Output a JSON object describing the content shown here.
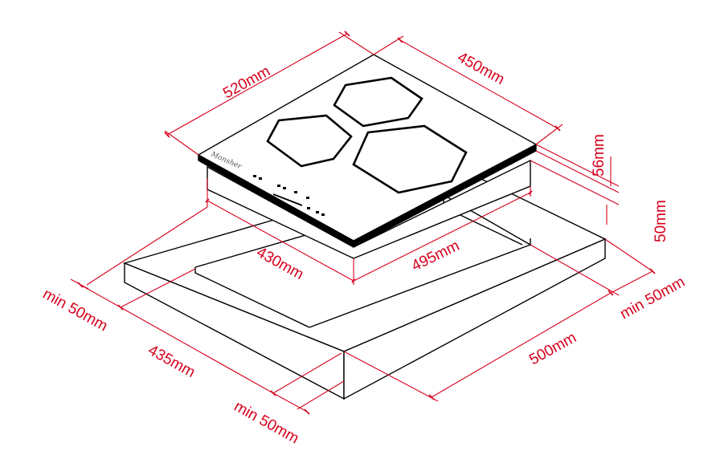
{
  "colors": {
    "line": "#000000",
    "dimension": "#d6001c",
    "surface": "#ffffff",
    "glass_edge": "#000000"
  },
  "product": {
    "brand_signature": "Monsher"
  },
  "dimensions": {
    "width_top": "520mm",
    "depth_top": "450mm",
    "thickness": "56mm",
    "height_under": "50mm",
    "cutout_width": "430mm",
    "cutout_depth": "495mm",
    "clearance_left": "min 50mm",
    "counter_depth": "435mm",
    "clearance_front": "min 50mm",
    "counter_width": "500mm",
    "clearance_right": "min 50mm"
  }
}
